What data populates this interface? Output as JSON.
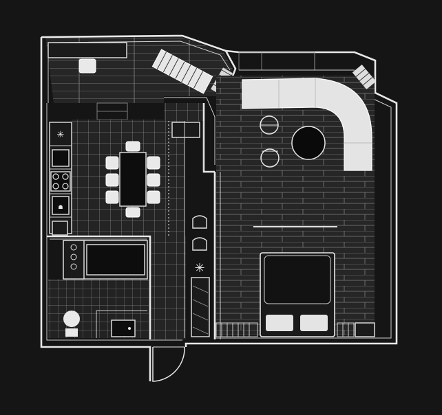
{
  "colors": {
    "background": "#151515",
    "floor_dark": "#232323",
    "lines": "#e8e8e8",
    "furniture_fill": "#ececec"
  },
  "plan": {
    "rooms": [
      {
        "name": "balcony",
        "floor": "planks"
      },
      {
        "name": "kitchen-dining",
        "floor": "tiles"
      },
      {
        "name": "hallway",
        "floor": "tiles"
      },
      {
        "name": "bathroom",
        "floor": "tiles"
      },
      {
        "name": "living-bedroom",
        "floor": "planks"
      }
    ],
    "icons": [
      "armchair-icon",
      "lounger-icon",
      "sofa-icon",
      "coffee-table-icon",
      "dining-table-icon",
      "stove-icon",
      "sink-icon",
      "bathtub-icon",
      "toilet-icon",
      "bed-icon",
      "plant-icon",
      "door-icon"
    ]
  }
}
